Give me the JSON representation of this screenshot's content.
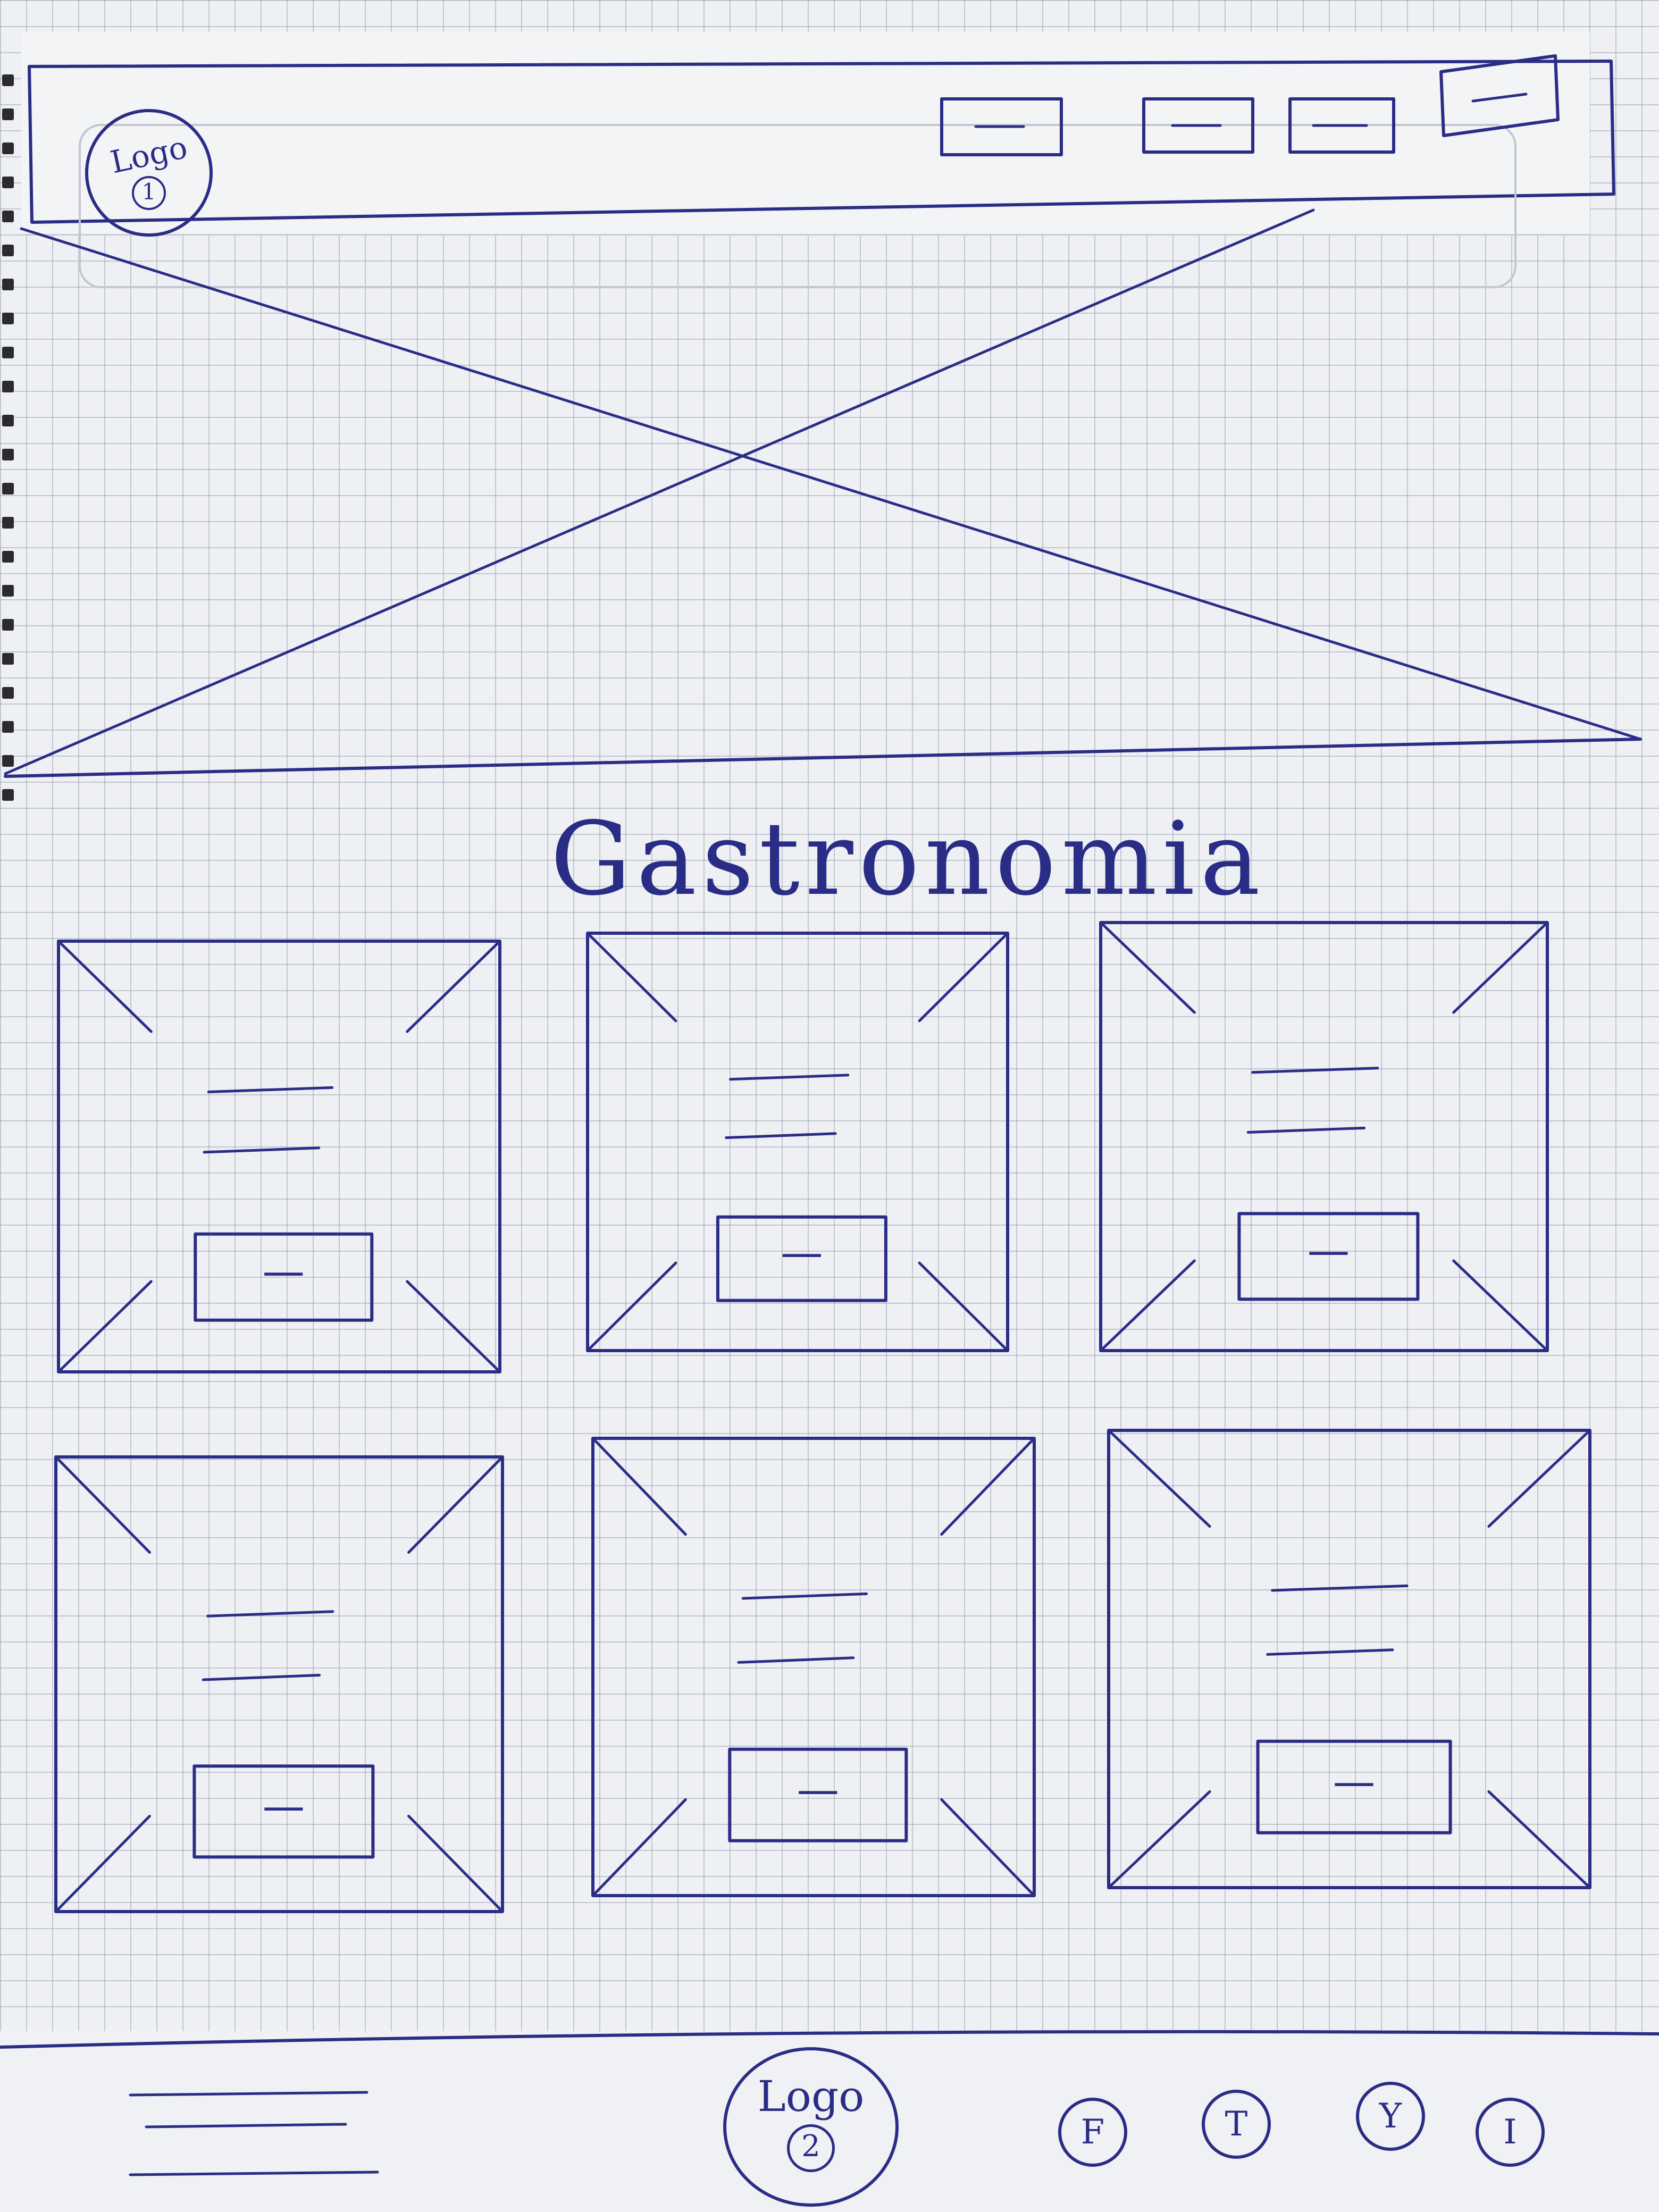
{
  "header": {
    "logo": {
      "label": "Logo",
      "number": "1"
    },
    "nav_buttons": [
      {
        "label": "—"
      },
      {
        "label": "—"
      },
      {
        "label": "—"
      },
      {
        "label": "—"
      }
    ]
  },
  "main": {
    "section_title": "Gastronomia",
    "cards": [
      {
        "button_label": "—"
      },
      {
        "button_label": "—"
      },
      {
        "button_label": "—"
      },
      {
        "button_label": "—"
      },
      {
        "button_label": "—"
      },
      {
        "button_label": "—"
      }
    ]
  },
  "footer": {
    "logo": {
      "label": "Logo",
      "number": "2"
    },
    "social": [
      {
        "label": "F",
        "icon": "facebook-icon"
      },
      {
        "label": "T",
        "icon": "twitter-icon"
      },
      {
        "label": "Y",
        "icon": "youtube-icon"
      },
      {
        "label": "I",
        "icon": "instagram-icon"
      }
    ]
  },
  "colors": {
    "ink": "#2a2d86",
    "paper": "#eef0f4",
    "desk": "#cdb48c"
  }
}
